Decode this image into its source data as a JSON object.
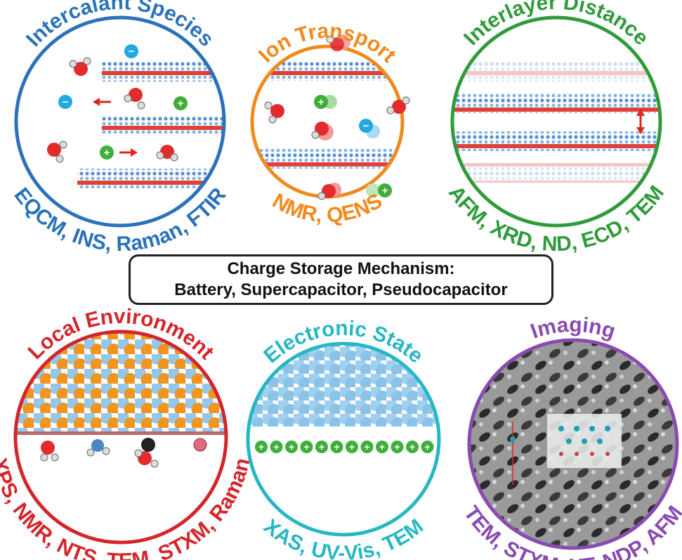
{
  "panels": [
    {
      "title": "Intercalant Species",
      "methods": "EQCM, INS, Raman, FTIR",
      "color": "#2b72b8"
    },
    {
      "title": "Ion Transport",
      "methods": "NMR, QENS",
      "color": "#f08a1d"
    },
    {
      "title": "Interlayer Distance",
      "methods": "AFM, XRD, ND, ECD, TEM",
      "color": "#2f9b3a"
    },
    {
      "title": "Local Environment",
      "methods": "XPS, NMR, NTS, TEM, STXM, Raman",
      "color": "#d3262c"
    },
    {
      "title": "Electronic State",
      "methods": "XAS, UV-Vis, TEM",
      "color": "#27b7c4"
    },
    {
      "title": "Imaging",
      "methods": "TEM, STXM, NT, NDP, AFM",
      "color": "#8a4bb0"
    }
  ],
  "center": {
    "line1": "Charge Storage Mechanism:",
    "line2": "Battery, Supercapacitor, Pseudocapacitor"
  },
  "symbols": {
    "anion": "−",
    "cation": "+"
  }
}
